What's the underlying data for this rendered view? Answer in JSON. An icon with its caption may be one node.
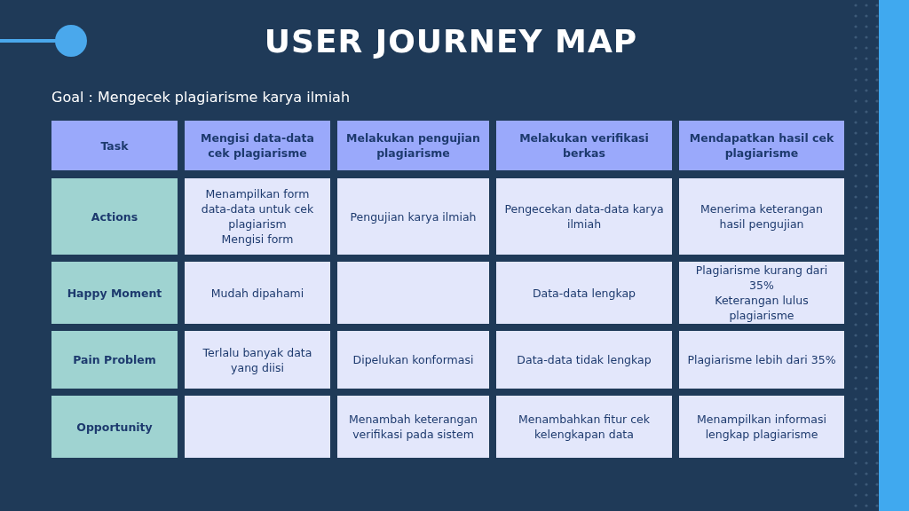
{
  "diagram": {
    "title": "USER JOURNEY MAP",
    "labels": [
      "Goal : Mengecek plagiarisme karya ilmiah",
      "Task",
      "Mengisi data-data cek plagiarisme",
      "Melakukan pengujian plagiarisme",
      "Melakukan verifikasi berkas",
      "Mendapatkan hasil cek plagiarisme",
      "Actions",
      "Menampilkan form data-data untuk cek plagiarism",
      "Mengisi form",
      "Pengujian karya ilmiah",
      "Pengecekan data-data karya ilmiah",
      "Menerima keterangan hasil pengujian",
      "Happy Moment",
      "Mudah dipahami",
      "Data-data lengkap",
      "Plagiarisme kurang dari 35%",
      "Keterangan lulus plagiarisme",
      "Pain Problem",
      "Terlalu banyak data yang diisi",
      "Dipelukan konformasi",
      "Data-data tidak lengkap",
      "Plagiarisme lebih dari 35%",
      "Opportunity",
      "Menambah keterangan verifikasi pada sistem",
      "Menambahkan fitur cek kelengkapan data",
      "Menampilkan informasi lengkap plagiarisme"
    ]
  }
}
